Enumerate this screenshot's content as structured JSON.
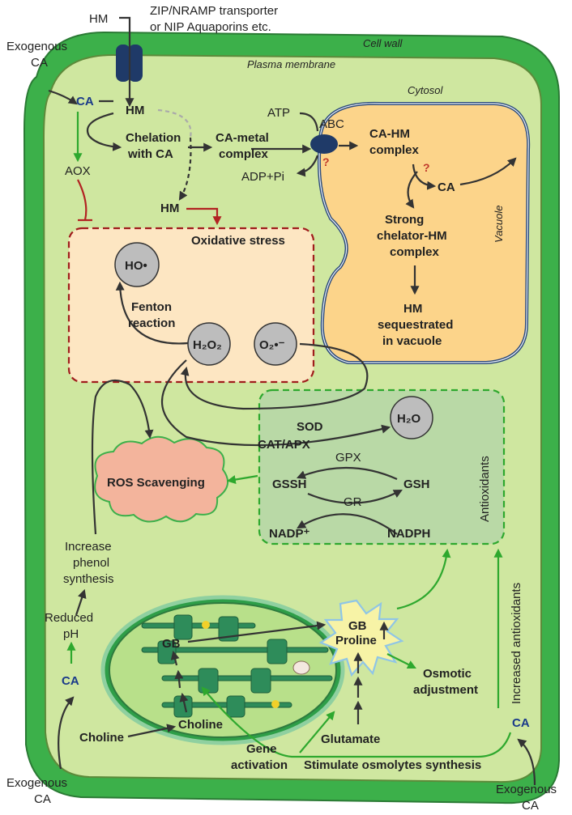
{
  "colors": {
    "cell_wall": "#3cb04a",
    "cytosol": "#cfe7a0",
    "vacuole": "#fcd48a",
    "oxidative_box": "#fde6c2",
    "antioxidant_box": "#b9d9a6",
    "ros_cloud": "#f3b49c",
    "green_arrow": "#2ea82e",
    "inhibit_arrow": "#b22222",
    "ca_text": "#1a3a8a"
  },
  "labels": {
    "hm_top": "HM",
    "transporter_l1": "ZIP/NRAMP transporter",
    "transporter_l2": "or NIP Aquaporins etc.",
    "cell_wall": "Cell wall",
    "plasma_membrane": "Plasma membrane",
    "cytosol": "Cytosol",
    "exo_tl_1": "Exogenous",
    "exo_tl_2": "CA",
    "ca_left": "CA",
    "hm_in": "HM",
    "chelation_1": "Chelation",
    "chelation_2": "with CA",
    "ca_metal_1": "CA-metal",
    "ca_metal_2": "complex",
    "atp": "ATP",
    "abc": "ABC",
    "adp": "ADP+Pi",
    "ca_hm_1": "CA-HM",
    "ca_hm_2": "complex",
    "q1": "?",
    "q2": "?",
    "ca_vac": "CA",
    "strong_1": "Strong",
    "strong_2": "chelator-HM",
    "strong_3": "complex",
    "vacuole": "Vacuole",
    "hm_seq_1": "HM",
    "hm_seq_2": "sequestrated",
    "hm_seq_3": "in vacuole",
    "aox": "AOX",
    "hm_mid": "HM",
    "oxidative_stress": "Oxidative stress",
    "ho": "HO•",
    "fenton_1": "Fenton",
    "fenton_2": "reaction",
    "h2o2": "H₂O₂",
    "o2": "O₂•⁻",
    "sod": "SOD",
    "cat_apx": "CAT/APX",
    "h2o": "H₂O",
    "ros": "ROS Scavenging",
    "gpx": "GPX",
    "gssh": "GSSH",
    "gsh": "GSH",
    "gr": "GR",
    "nadp": "NADP⁺",
    "nadph": "NADPH",
    "antioxidants": "Antioxidants",
    "phenol_1": "Increase",
    "phenol_2": "phenol",
    "phenol_3": "synthesis",
    "ph_1": "Reduced",
    "ph_2": "pH",
    "ca_bl": "CA",
    "gb_chloro": "GB",
    "gb_star": "GB",
    "proline": "Proline",
    "osmotic_1": "Osmotic",
    "osmotic_2": "adjustment",
    "increased_antiox": "Increased antioxidants",
    "ca_br": "CA",
    "choline_in": "Choline",
    "choline_out": "Choline",
    "gene_1": "Gene",
    "gene_2": "activation",
    "glutamate": "Glutamate",
    "stimulate": "Stimulate osmolytes synthesis",
    "exo_bl_1": "Exogenous",
    "exo_bl_2": "CA",
    "exo_br_1": "Exogenous",
    "exo_br_2": "CA"
  }
}
